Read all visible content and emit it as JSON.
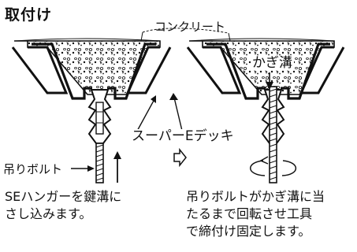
{
  "title": "取付け",
  "labels": {
    "concrete": "コンクリート",
    "kagi_mizo": "かぎ溝",
    "super_e_deck": "スーパーEデッキ",
    "tsuri_bolt": "吊りボルト"
  },
  "captions": {
    "left": [
      "SEハンガーを鍵溝に",
      "さし込みます。"
    ],
    "right": [
      "吊りボルトがかぎ溝に当",
      "たるまで回転させ工具",
      "で締付け固定します。"
    ]
  },
  "colors": {
    "ink": "#111111",
    "background": "#ffffff"
  },
  "icons": {
    "step_arrow": "hollow-arrow-right-icon",
    "rotation": "rotation-arrow-icon"
  }
}
